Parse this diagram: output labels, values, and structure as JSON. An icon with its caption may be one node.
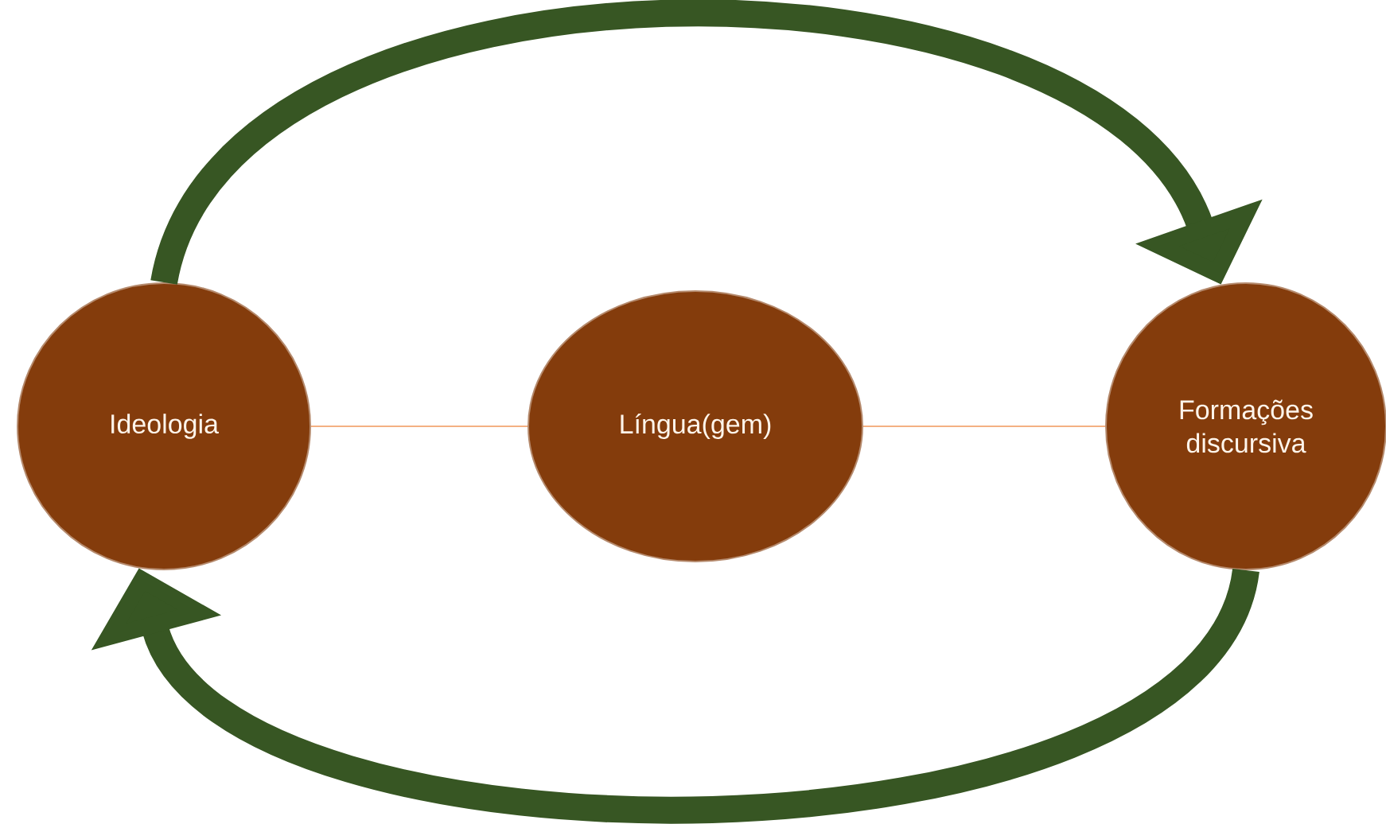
{
  "diagram": {
    "nodes": [
      {
        "text": [
          "Ideologia"
        ]
      },
      {
        "text": [
          "Língua(gem)"
        ]
      },
      {
        "text": [
          "Formações discursiva"
        ]
      }
    ],
    "edges": [
      {
        "from": 0,
        "to": 1,
        "arrow": "none",
        "color": "#f4b183"
      },
      {
        "from": 1,
        "to": 2,
        "arrow": "none",
        "color": "#f4b183"
      },
      {
        "from": 0,
        "to": 2,
        "arrow": "to",
        "style": "thick",
        "color": "#375623"
      },
      {
        "from": 2,
        "to": 0,
        "arrow": "to",
        "style": "thick",
        "color": "#375623"
      }
    ]
  }
}
